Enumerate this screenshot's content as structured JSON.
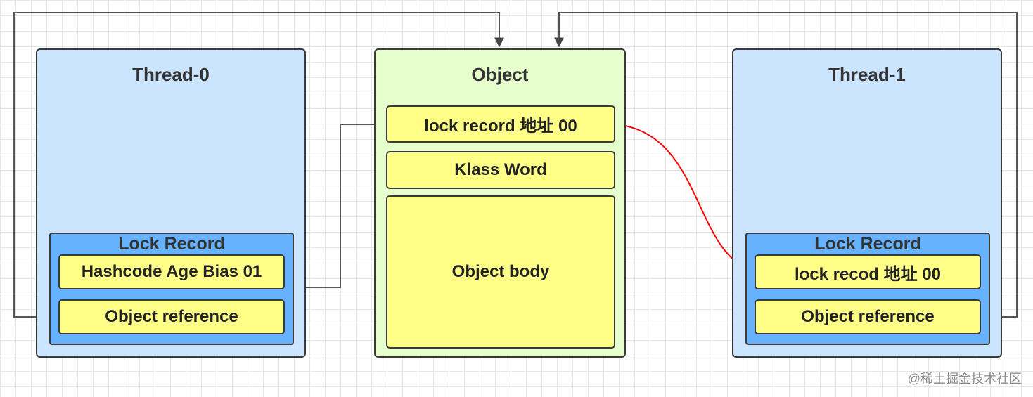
{
  "thread0": {
    "title": "Thread-0",
    "lock_record": {
      "title": "Lock Record",
      "mark_word": "Hashcode Age Bias 01",
      "object_reference": "Object reference"
    }
  },
  "object": {
    "title": "Object",
    "mark_word": "lock  record 地址 00",
    "klass_word": "Klass Word",
    "body": "Object body"
  },
  "thread1": {
    "title": "Thread-1",
    "lock_record": {
      "title": "Lock Record",
      "mark_word": "lock recod 地址 00",
      "object_reference": "Object reference"
    }
  },
  "watermark": "@稀土掘金技术社区",
  "colors": {
    "thread_fill": "#cce5ff",
    "object_fill": "#e6ffcc",
    "lock_record_fill": "#66b2ff",
    "cell_fill": "#ffff88",
    "connector": "#555555",
    "cas_arrow": "#ff0000"
  }
}
